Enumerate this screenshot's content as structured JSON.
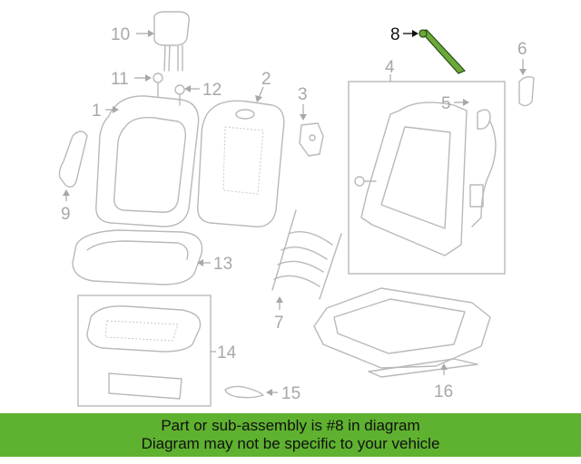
{
  "callouts": {
    "c1": "1",
    "c2": "2",
    "c3": "3",
    "c4": "4",
    "c5": "5",
    "c6": "6",
    "c7": "7",
    "c8": "8",
    "c9": "9",
    "c10": "10",
    "c11": "11",
    "c12": "12",
    "c13": "13",
    "c14": "14",
    "c15": "15",
    "c16": "16"
  },
  "highlighted_part": "8",
  "colors": {
    "highlight": "#6aa83a",
    "banner": "#5fb130",
    "line": "#b9b9b9"
  },
  "banner": {
    "line1": "Part or sub-assembly is #8 in diagram",
    "line2": "Diagram may not be specific to your vehicle"
  }
}
